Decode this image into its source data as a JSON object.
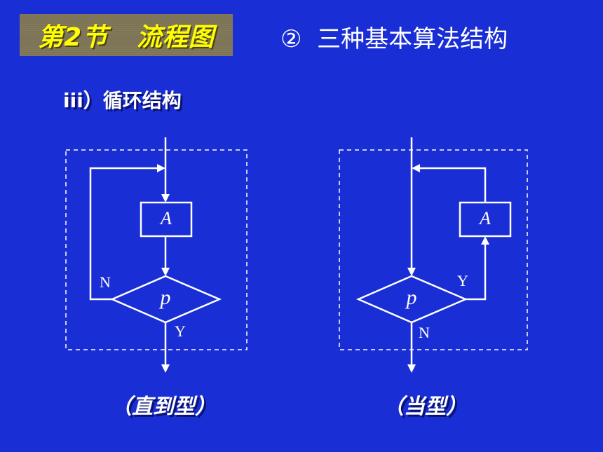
{
  "header": {
    "badge": "第2节   流程图",
    "title": "②  三种基本算法结构"
  },
  "section": {
    "label": "ⅰⅰⅰ）循环结构"
  },
  "diagrams": {
    "until": {
      "process": "A",
      "condition": "p",
      "no_label": "N",
      "yes_label": "Y",
      "caption": "（直到型）"
    },
    "while": {
      "process": "A",
      "condition": "p",
      "yes_label": "Y",
      "no_label": "N",
      "caption": "（当型）"
    }
  },
  "colors": {
    "background": "#1a2ed6",
    "badge_bg": "#7d7355",
    "badge_text": "#ffff00",
    "line": "#ffffff"
  }
}
